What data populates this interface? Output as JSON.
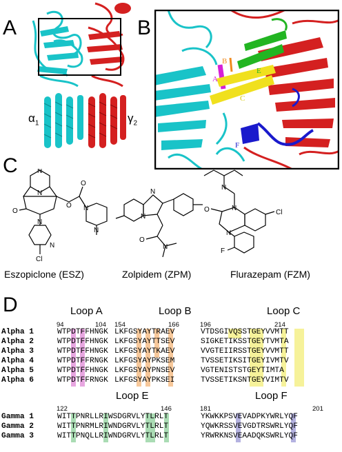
{
  "panels": {
    "a": "A",
    "b": "B",
    "c": "C",
    "d": "D"
  },
  "panel_a": {
    "chain_alpha": "α",
    "chain_alpha_sub": "1",
    "chain_gamma": "γ",
    "chain_gamma_sub": "2"
  },
  "panel_b": {
    "loop_labels": [
      "A",
      "B",
      "C",
      "E",
      "F"
    ],
    "colors": {
      "A": "#d61fd6",
      "B": "#f08a1e",
      "C": "#f0e01e",
      "E": "#22b522",
      "F": "#1a1acc"
    }
  },
  "panel_c": {
    "drugs": [
      "Eszopiclone (ESZ)",
      "Zolpidem (ZPM)",
      "Flurazepam (FZM)"
    ],
    "atoms": {
      "O": "O",
      "N": "N",
      "Cl": "Cl",
      "F": "F"
    }
  },
  "panel_d": {
    "top_loops": [
      "Loop A",
      "Loop B",
      "Loop C"
    ],
    "top_numbers": [
      "94",
      "104",
      "154",
      "166",
      "196",
      "214"
    ],
    "alpha_rows": [
      {
        "name": "Alpha 1",
        "a": "WTPDTFFHNGK",
        "b": "LKFGSYAYTRAEV",
        "c": "VTDSGIVQSSTGEYVVMTT"
      },
      {
        "name": "Alpha 2",
        "a": "WTPDTFFHNGK",
        "b": "LKFGSYAYTTSEV",
        "c": "SIGKETIKSSTGEYTVMTA"
      },
      {
        "name": "Alpha 3",
        "a": "WTPDTFFHNGK",
        "b": "LKFGSYAYTKAEV",
        "c": "VVGTEIIRSSTGEYVVMTT"
      },
      {
        "name": "Alpha 4",
        "a": "WTPDTFFRNGK",
        "b": "LKFGSYAYPKSEM",
        "c": "TVSSETIKSITGEYIVMTV"
      },
      {
        "name": "Alpha 5",
        "a": "WTPDTFFHNGK",
        "b": "LKFGSYAYPNSEV",
        "c": "VGTENISTSTGEYTIMTA"
      },
      {
        "name": "Alpha 6",
        "a": "WTPDTFFRNGK",
        "b": "LKFGSYAYPKSEI",
        "c": "TVSSETIKSNTGEYVIMTV"
      }
    ],
    "bottom_loops": [
      "Loop E",
      "Loop F"
    ],
    "bottom_numbers": [
      "122",
      "146",
      "181",
      "201"
    ],
    "gamma_rows": [
      {
        "name": "Gamma 1",
        "e": "WITTPNRLLRIWSDGRVLYTLRLT",
        "f": "YKWKKPSVEVADPKYWRLYQF"
      },
      {
        "name": "Gamma 2",
        "e": "WITTPNRMLRIWNDGRVLYTLRLT",
        "f": "YQWKRSSVEVGDTRSWRLYQF"
      },
      {
        "name": "Gamma 3",
        "e": "WITTPNQLLRIWNDGRVLYTLRLT",
        "f": "YRWRKNSVEAADQKSWRLYQF"
      }
    ],
    "highlight_colors": {
      "A": "#e7a6e0",
      "B": "#f7c89a",
      "C": "#f6f29a",
      "E": "#aadcb4",
      "F": "#b4b2e0"
    }
  }
}
